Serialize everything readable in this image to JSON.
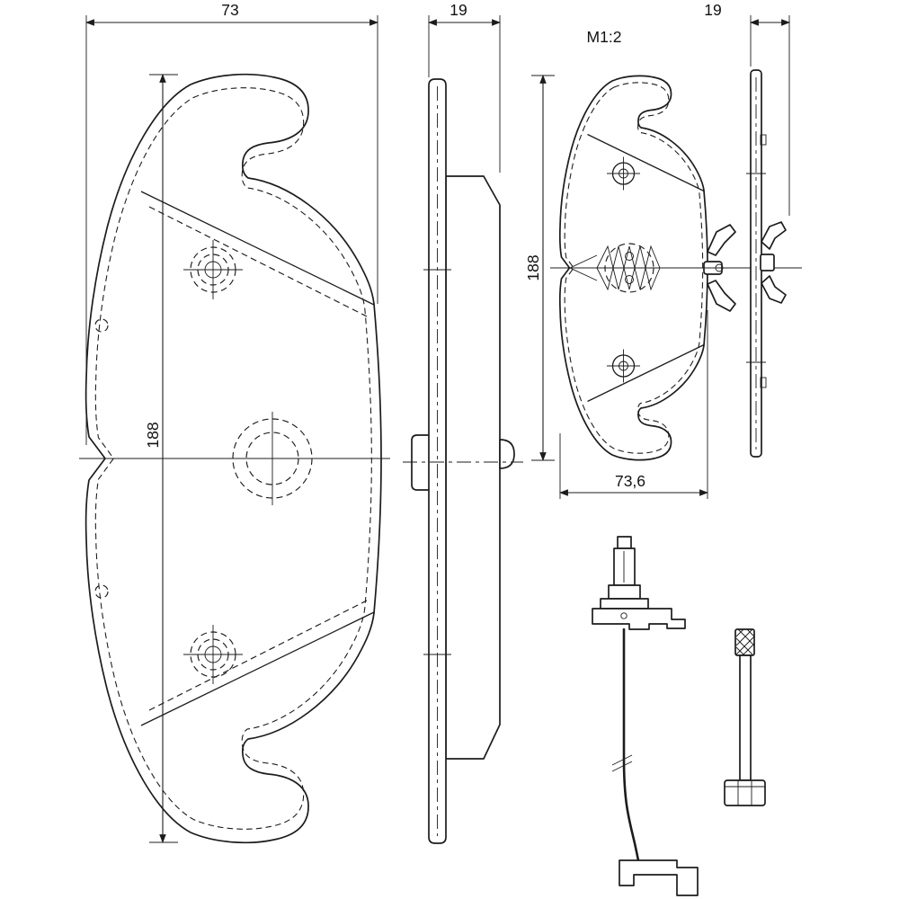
{
  "drawing": {
    "background": "#ffffff",
    "line_color": "#1c1c1c",
    "scale_note": "M1:2",
    "views": {
      "front": {
        "width_mm": "73",
        "height_mm": "188"
      },
      "side": {
        "thickness_mm": "19"
      },
      "scaled_front": {
        "width_mm": "73,6",
        "height_mm": "188"
      },
      "scaled_side": {
        "thickness_mm": "19"
      }
    }
  }
}
